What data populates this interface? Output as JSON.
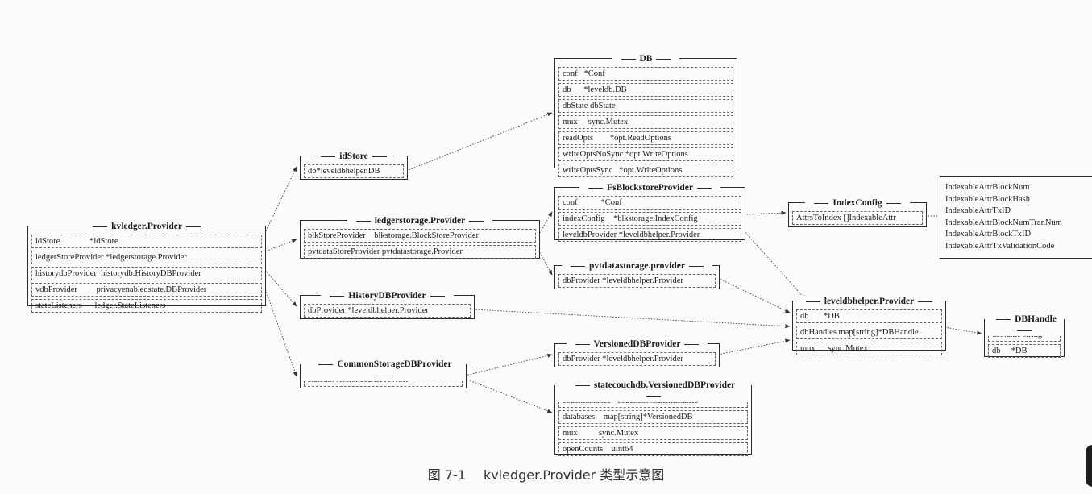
{
  "boxes": {
    "kvledger_provider": {
      "title": "kvledger.Provider",
      "fields": [
        "idStore              *idStore",
        "ledgerStoreProvider *ledgerstorage.Provider",
        "historydbProvider  historydb.HistoryDBProvider",
        "vdbProvider         privacyenabledstate.DBProvider",
        "stateListeners      ledger.StateListeners"
      ]
    },
    "idstore": {
      "title": "idStore",
      "fields": [
        "db*leveldbhelper.DB"
      ]
    },
    "ledgerstorage_provider": {
      "title": "ledgerstorage.Provider",
      "fields": [
        "blkStoreProvider    blkstorage.BlockStoreProvider",
        "pvtdataStoreProvider pvtdatastorage.Provider"
      ]
    },
    "historydb_provider": {
      "title": "HistoryDBProvider",
      "fields": [
        "dbProvider *leveldbhelper.Provider"
      ]
    },
    "commonstorage_provider": {
      "title": "CommonStorageDBProvider",
      "fields": [
        "statedb.VersionedDBProvider"
      ]
    },
    "db": {
      "title": "DB",
      "fields": [
        "conf   *Conf",
        "db      *leveldb.DB",
        "dbState dbState",
        "mux     sync.Mutex",
        "readOpts        *opt.ReadOptions",
        "writeOptsNoSync *opt.WriteOptions",
        "writeOptsSync   *opt.WriteOptions"
      ]
    },
    "fsblockstore_provider": {
      "title": "FsBlockstoreProvider",
      "fields": [
        "conf           *Conf",
        "indexConfig    *blkstorage.IndexConfig",
        "leveldbProvider *leveldbhelper.Provider"
      ]
    },
    "pvtdatastorage_provider": {
      "title": "pvtdatastorage.provider",
      "fields": [
        "dbProvider *leveldbhelper.Provider"
      ]
    },
    "versioneddb_provider": {
      "title": "VersionedDBProvider",
      "fields": [
        "dbProvider *leveldbhelper.Provider"
      ]
    },
    "statecouchdb_provider": {
      "title": "statecouchdb.VersionedDBProvider",
      "fields": [
        "couchInstance *couchdb.CouchInstance",
        "databases    map[string]*VersionedDB",
        "mux          sync.Mutex",
        "openCounts    uint64"
      ]
    },
    "index_config": {
      "title": "IndexConfig",
      "fields": [
        "AttrsToIndex []IndexableAttr"
      ]
    },
    "leveldbhelper_provider": {
      "title": "leveldbhelper.Provider",
      "fields": [
        "db       *DB",
        "dbHandles map[string]*DBHandle",
        "mux      sync.Mutex"
      ]
    },
    "dbhandle": {
      "title": "DBHandle",
      "fields": [
        "dbName string",
        "db     *DB"
      ]
    }
  },
  "indexable_attrs": [
    "IndexableAttrBlockNum",
    "IndexableAttrBlockHash",
    "IndexableAttrTxID",
    "IndexableAttrBlockNumTranNum",
    "IndexableAttrBlockTxID",
    "IndexableAttrTxValidationCode"
  ],
  "caption": {
    "figure": "图 7-1",
    "text": "kvledger.Provider 类型示意图"
  }
}
